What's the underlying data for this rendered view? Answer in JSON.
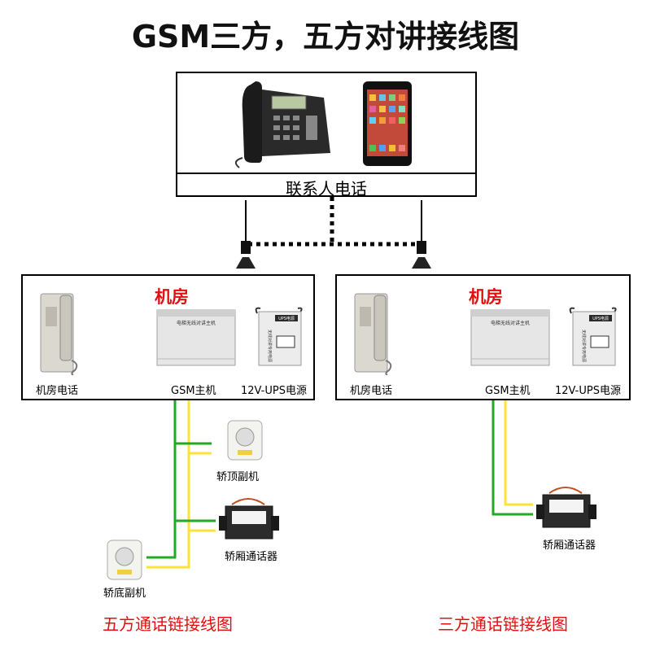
{
  "title": "GSM三方，五方对讲接线图",
  "contact": {
    "label": "联系人电话",
    "icons": [
      "desk-phone-icon",
      "smartphone-icon"
    ]
  },
  "left_room": {
    "title": "机房",
    "labels": {
      "phone": "机房电话",
      "host": "GSM主机",
      "ups": "12V-UPS电源"
    },
    "host_text": "电梯无线对讲主机",
    "ups_text": [
      "UPS电源",
      "无线对讲专用电源"
    ]
  },
  "right_room": {
    "title": "机房",
    "labels": {
      "phone": "机房电话",
      "host": "GSM主机",
      "ups": "12V-UPS电源"
    },
    "host_text": "电梯无线对讲主机",
    "ups_text": [
      "UPS电源",
      "无线对讲专用电源"
    ]
  },
  "five_way": {
    "car_top": "轿顶副机",
    "car_talker": "轿厢通话器",
    "car_bottom": "轿底副机",
    "caption": "五方通话链接线图"
  },
  "three_way": {
    "car_talker": "轿厢通话器",
    "caption": "三方通话链接线图"
  },
  "colors": {
    "red": "#e01010",
    "green": "#22aa22",
    "yellow": "#ffe23a",
    "accent": "#e01010"
  }
}
